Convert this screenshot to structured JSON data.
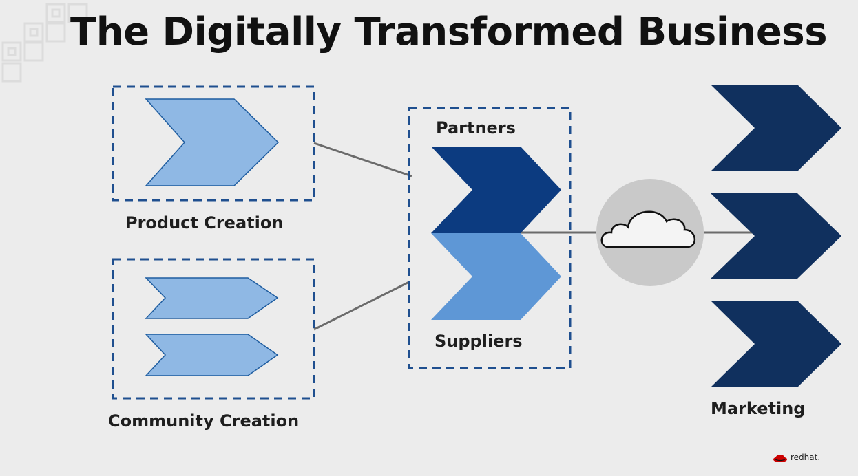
{
  "title": "The Digitally Transformed Business",
  "groups": {
    "product": "Product Creation",
    "community": "Community Creation",
    "partners": "Partners",
    "suppliers": "Suppliers",
    "marketing": "Marketing"
  },
  "logo_text": "redhat.",
  "colors": {
    "light_blue": "#8fb8e4",
    "mid_blue": "#5e97d6",
    "dark_blue": "#0c3b80",
    "navy": "#10305e",
    "dash_border": "#1f4f8f",
    "connector": "#6b6b6b",
    "cloud_circle": "#c9c9c9",
    "logo_red": "#cc0000"
  }
}
